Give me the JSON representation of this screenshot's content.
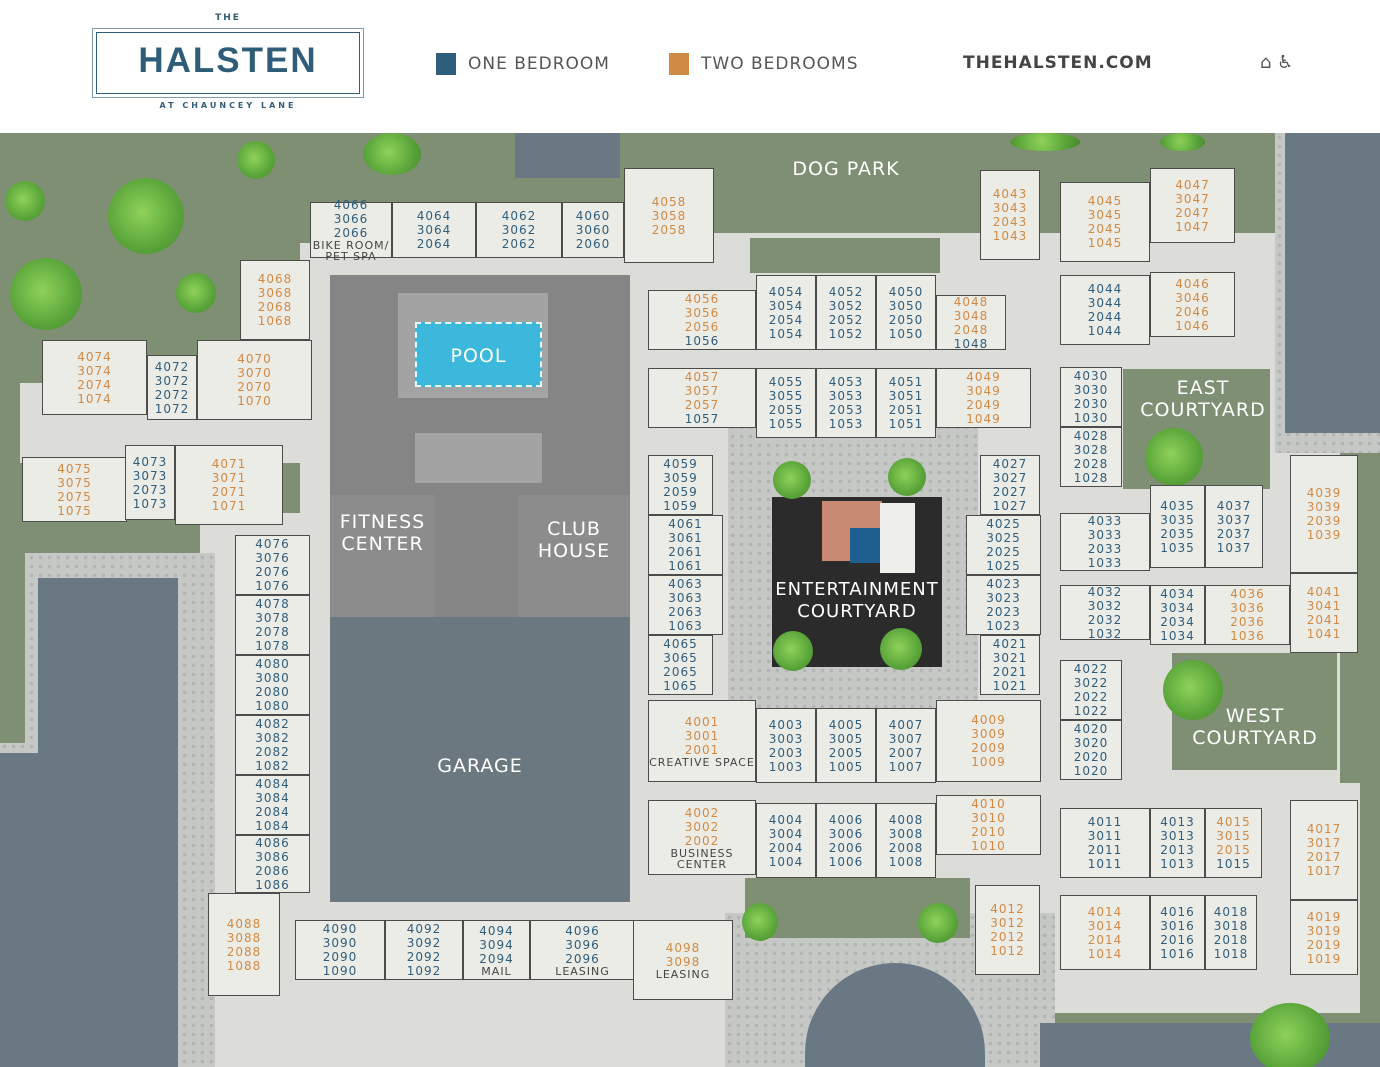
{
  "header": {
    "logo": {
      "top": "THE",
      "name": "HALSTEN",
      "sub": "AT CHAUNCEY LANE"
    },
    "legend": [
      {
        "label": "ONE BEDROOM",
        "color": "#2f5d7c"
      },
      {
        "label": "TWO BEDROOMS",
        "color": "#d18a45"
      }
    ],
    "website": "THEHALSTEN.COM",
    "icons": [
      "equal-housing-icon",
      "accessibility-icon"
    ]
  },
  "colors": {
    "one_bedroom": "#2f5d7c",
    "two_bedrooms": "#d18a45",
    "grass": "#7e8f74",
    "parking": "#697882",
    "pool": "#3bb8dc"
  },
  "areas": {
    "pool": "POOL",
    "fitness": "FITNESS CENTER",
    "clubhouse": "CLUB HOUSE",
    "garage": "GARAGE",
    "dog_park": "DOG PARK",
    "entertainment": "ENTERTAINMENT COURTYARD",
    "east": "EAST COURTYARD",
    "west": "WEST COURTYARD"
  },
  "buildings": [
    {
      "units": [
        "4066",
        "3066",
        "2066"
      ],
      "bedrooms": [
        1,
        1,
        1
      ],
      "label": "BIKE ROOM/ PET SPA"
    },
    {
      "units": [
        "4064",
        "3064",
        "2064"
      ],
      "bedrooms": [
        1,
        1,
        1
      ]
    },
    {
      "units": [
        "4062",
        "3062",
        "2062"
      ],
      "bedrooms": [
        1,
        1,
        1
      ]
    },
    {
      "units": [
        "4060",
        "3060",
        "2060"
      ],
      "bedrooms": [
        1,
        1,
        1
      ]
    },
    {
      "units": [
        "4058",
        "3058",
        "2058"
      ],
      "bedrooms": [
        2,
        2,
        2
      ]
    },
    {
      "units": [
        "4068",
        "3068",
        "2068",
        "1068"
      ],
      "bedrooms": [
        2,
        2,
        2,
        2
      ]
    },
    {
      "units": [
        "4074",
        "3074",
        "2074",
        "1074"
      ],
      "bedrooms": [
        2,
        2,
        2,
        2
      ]
    },
    {
      "units": [
        "4072",
        "3072",
        "2072",
        "1072"
      ],
      "bedrooms": [
        1,
        1,
        1,
        1
      ]
    },
    {
      "units": [
        "4070",
        "3070",
        "2070",
        "1070"
      ],
      "bedrooms": [
        2,
        2,
        2,
        2
      ]
    },
    {
      "units": [
        "4075",
        "3075",
        "2075",
        "1075"
      ],
      "bedrooms": [
        2,
        2,
        2,
        2
      ]
    },
    {
      "units": [
        "4073",
        "3073",
        "2073",
        "1073"
      ],
      "bedrooms": [
        1,
        1,
        1,
        1
      ]
    },
    {
      "units": [
        "4071",
        "3071",
        "2071",
        "1071"
      ],
      "bedrooms": [
        2,
        2,
        2,
        2
      ]
    },
    {
      "units": [
        "4076",
        "3076",
        "2076",
        "1076"
      ],
      "bedrooms": [
        1,
        1,
        1,
        1
      ]
    },
    {
      "units": [
        "4078",
        "3078",
        "2078",
        "1078"
      ],
      "bedrooms": [
        1,
        1,
        1,
        1
      ]
    },
    {
      "units": [
        "4080",
        "3080",
        "2080",
        "1080"
      ],
      "bedrooms": [
        1,
        1,
        1,
        1
      ]
    },
    {
      "units": [
        "4082",
        "3082",
        "2082",
        "1082"
      ],
      "bedrooms": [
        1,
        1,
        1,
        1
      ]
    },
    {
      "units": [
        "4084",
        "3084",
        "2084",
        "1084"
      ],
      "bedrooms": [
        1,
        1,
        1,
        1
      ]
    },
    {
      "units": [
        "4086",
        "3086",
        "2086",
        "1086"
      ],
      "bedrooms": [
        1,
        1,
        1,
        1
      ]
    },
    {
      "units": [
        "4088",
        "3088",
        "2088",
        "1088"
      ],
      "bedrooms": [
        2,
        2,
        2,
        2
      ]
    },
    {
      "units": [
        "4090",
        "3090",
        "2090",
        "1090"
      ],
      "bedrooms": [
        1,
        1,
        1,
        1
      ]
    },
    {
      "units": [
        "4092",
        "3092",
        "2092",
        "1092"
      ],
      "bedrooms": [
        1,
        1,
        1,
        1
      ]
    },
    {
      "units": [
        "4094",
        "3094",
        "2094"
      ],
      "bedrooms": [
        1,
        1,
        1
      ],
      "label": "MAIL"
    },
    {
      "units": [
        "4096",
        "3096",
        "2096"
      ],
      "bedrooms": [
        1,
        1,
        1
      ],
      "label": "LEASING"
    },
    {
      "units": [
        "4098",
        "3098"
      ],
      "bedrooms": [
        2,
        2
      ],
      "label": "LEASING"
    },
    {
      "units": [
        "4056",
        "3056",
        "2056",
        "1056"
      ],
      "bedrooms": [
        2,
        2,
        2,
        1
      ]
    },
    {
      "units": [
        "4054",
        "3054",
        "2054",
        "1054"
      ],
      "bedrooms": [
        1,
        1,
        1,
        1
      ]
    },
    {
      "units": [
        "4052",
        "3052",
        "2052",
        "1052"
      ],
      "bedrooms": [
        1,
        1,
        1,
        1
      ]
    },
    {
      "units": [
        "4050",
        "3050",
        "2050",
        "1050"
      ],
      "bedrooms": [
        1,
        1,
        1,
        1
      ]
    },
    {
      "units": [
        "4048",
        "3048",
        "2048",
        "1048"
      ],
      "bedrooms": [
        2,
        2,
        2,
        1
      ]
    },
    {
      "units": [
        "4057",
        "3057",
        "2057",
        "1057"
      ],
      "bedrooms": [
        2,
        2,
        2,
        1
      ]
    },
    {
      "units": [
        "4055",
        "3055",
        "2055",
        "1055"
      ],
      "bedrooms": [
        1,
        1,
        1,
        1
      ]
    },
    {
      "units": [
        "4053",
        "3053",
        "2053",
        "1053"
      ],
      "bedrooms": [
        1,
        1,
        1,
        1
      ]
    },
    {
      "units": [
        "4051",
        "3051",
        "2051",
        "1051"
      ],
      "bedrooms": [
        1,
        1,
        1,
        1
      ]
    },
    {
      "units": [
        "4049",
        "3049",
        "2049",
        "1049"
      ],
      "bedrooms": [
        2,
        2,
        2,
        2
      ]
    },
    {
      "units": [
        "4059",
        "3059",
        "2059",
        "1059"
      ],
      "bedrooms": [
        1,
        1,
        1,
        1
      ]
    },
    {
      "units": [
        "4061",
        "3061",
        "2061",
        "1061"
      ],
      "bedrooms": [
        1,
        1,
        1,
        1
      ]
    },
    {
      "units": [
        "4063",
        "3063",
        "2063",
        "1063"
      ],
      "bedrooms": [
        1,
        1,
        1,
        1
      ]
    },
    {
      "units": [
        "4065",
        "3065",
        "2065",
        "1065"
      ],
      "bedrooms": [
        1,
        1,
        1,
        1
      ]
    },
    {
      "units": [
        "4027",
        "3027",
        "2027",
        "1027"
      ],
      "bedrooms": [
        1,
        1,
        1,
        1
      ]
    },
    {
      "units": [
        "4025",
        "3025",
        "2025",
        "1025"
      ],
      "bedrooms": [
        1,
        1,
        1,
        1
      ]
    },
    {
      "units": [
        "4023",
        "3023",
        "2023",
        "1023"
      ],
      "bedrooms": [
        1,
        1,
        1,
        1
      ]
    },
    {
      "units": [
        "4021",
        "3021",
        "2021",
        "1021"
      ],
      "bedrooms": [
        1,
        1,
        1,
        1
      ]
    },
    {
      "units": [
        "4001",
        "3001",
        "2001"
      ],
      "bedrooms": [
        2,
        2,
        2
      ],
      "label": "CREATIVE SPACE"
    },
    {
      "units": [
        "4003",
        "3003",
        "2003",
        "1003"
      ],
      "bedrooms": [
        1,
        1,
        1,
        1
      ]
    },
    {
      "units": [
        "4005",
        "3005",
        "2005",
        "1005"
      ],
      "bedrooms": [
        1,
        1,
        1,
        1
      ]
    },
    {
      "units": [
        "4007",
        "3007",
        "2007",
        "1007"
      ],
      "bedrooms": [
        1,
        1,
        1,
        1
      ]
    },
    {
      "units": [
        "4009",
        "3009",
        "2009",
        "1009"
      ],
      "bedrooms": [
        2,
        2,
        2,
        2
      ]
    },
    {
      "units": [
        "4002",
        "3002",
        "2002"
      ],
      "bedrooms": [
        2,
        2,
        2
      ],
      "label": "BUSINESS CENTER"
    },
    {
      "units": [
        "4004",
        "3004",
        "2004",
        "1004"
      ],
      "bedrooms": [
        1,
        1,
        1,
        1
      ]
    },
    {
      "units": [
        "4006",
        "3006",
        "2006",
        "1006"
      ],
      "bedrooms": [
        1,
        1,
        1,
        1
      ]
    },
    {
      "units": [
        "4008",
        "3008",
        "2008",
        "1008"
      ],
      "bedrooms": [
        1,
        1,
        1,
        1
      ]
    },
    {
      "units": [
        "4010",
        "3010",
        "2010",
        "1010"
      ],
      "bedrooms": [
        2,
        2,
        2,
        2
      ]
    },
    {
      "units": [
        "4012",
        "3012",
        "2012",
        "1012"
      ],
      "bedrooms": [
        2,
        2,
        2,
        2
      ]
    },
    {
      "units": [
        "4043",
        "3043",
        "2043",
        "1043"
      ],
      "bedrooms": [
        2,
        2,
        2,
        2
      ]
    },
    {
      "units": [
        "4045",
        "3045",
        "2045",
        "1045"
      ],
      "bedrooms": [
        2,
        2,
        2,
        2
      ]
    },
    {
      "units": [
        "4047",
        "3047",
        "2047",
        "1047"
      ],
      "bedrooms": [
        2,
        2,
        2,
        2
      ]
    },
    {
      "units": [
        "4044",
        "3044",
        "2044",
        "1044"
      ],
      "bedrooms": [
        1,
        1,
        1,
        1
      ]
    },
    {
      "units": [
        "4046",
        "3046",
        "2046",
        "1046"
      ],
      "bedrooms": [
        2,
        2,
        2,
        2
      ]
    },
    {
      "units": [
        "4030",
        "3030",
        "2030",
        "1030"
      ],
      "bedrooms": [
        1,
        1,
        1,
        1
      ]
    },
    {
      "units": [
        "4028",
        "3028",
        "2028",
        "1028"
      ],
      "bedrooms": [
        1,
        1,
        1,
        1
      ]
    },
    {
      "units": [
        "4033",
        "3033",
        "2033",
        "1033"
      ],
      "bedrooms": [
        1,
        1,
        1,
        1
      ]
    },
    {
      "units": [
        "4035",
        "3035",
        "2035",
        "1035"
      ],
      "bedrooms": [
        1,
        1,
        1,
        1
      ]
    },
    {
      "units": [
        "4037",
        "3037",
        "2037",
        "1037"
      ],
      "bedrooms": [
        1,
        1,
        1,
        1
      ]
    },
    {
      "units": [
        "4039",
        "3039",
        "2039",
        "1039"
      ],
      "bedrooms": [
        2,
        2,
        2,
        2
      ]
    },
    {
      "units": [
        "4032",
        "3032",
        "2032",
        "1032"
      ],
      "bedrooms": [
        1,
        1,
        1,
        1
      ]
    },
    {
      "units": [
        "4034",
        "3034",
        "2034",
        "1034"
      ],
      "bedrooms": [
        1,
        1,
        1,
        1
      ]
    },
    {
      "units": [
        "4036",
        "3036",
        "2036",
        "1036"
      ],
      "bedrooms": [
        2,
        2,
        2,
        2
      ]
    },
    {
      "units": [
        "4041",
        "3041",
        "2041",
        "1041"
      ],
      "bedrooms": [
        2,
        2,
        2,
        2
      ]
    },
    {
      "units": [
        "4022",
        "3022",
        "2022",
        "1022"
      ],
      "bedrooms": [
        1,
        1,
        1,
        1
      ]
    },
    {
      "units": [
        "4020",
        "3020",
        "2020",
        "1020"
      ],
      "bedrooms": [
        1,
        1,
        1,
        1
      ]
    },
    {
      "units": [
        "4011",
        "3011",
        "2011",
        "1011"
      ],
      "bedrooms": [
        1,
        1,
        1,
        1
      ]
    },
    {
      "units": [
        "4013",
        "3013",
        "2013",
        "1013"
      ],
      "bedrooms": [
        1,
        1,
        1,
        1
      ]
    },
    {
      "units": [
        "4015",
        "3015",
        "2015",
        "1015"
      ],
      "bedrooms": [
        2,
        2,
        2,
        1
      ]
    },
    {
      "units": [
        "4017",
        "3017",
        "2017",
        "1017"
      ],
      "bedrooms": [
        2,
        2,
        2,
        2
      ]
    },
    {
      "units": [
        "4014",
        "3014",
        "2014",
        "1014"
      ],
      "bedrooms": [
        2,
        2,
        2,
        2
      ]
    },
    {
      "units": [
        "4016",
        "3016",
        "2016",
        "1016"
      ],
      "bedrooms": [
        1,
        1,
        1,
        1
      ]
    },
    {
      "units": [
        "4018",
        "3018",
        "2018",
        "1018"
      ],
      "bedrooms": [
        1,
        1,
        1,
        1
      ]
    },
    {
      "units": [
        "4019",
        "3019",
        "2019",
        "1019"
      ],
      "bedrooms": [
        2,
        2,
        2,
        2
      ]
    }
  ]
}
